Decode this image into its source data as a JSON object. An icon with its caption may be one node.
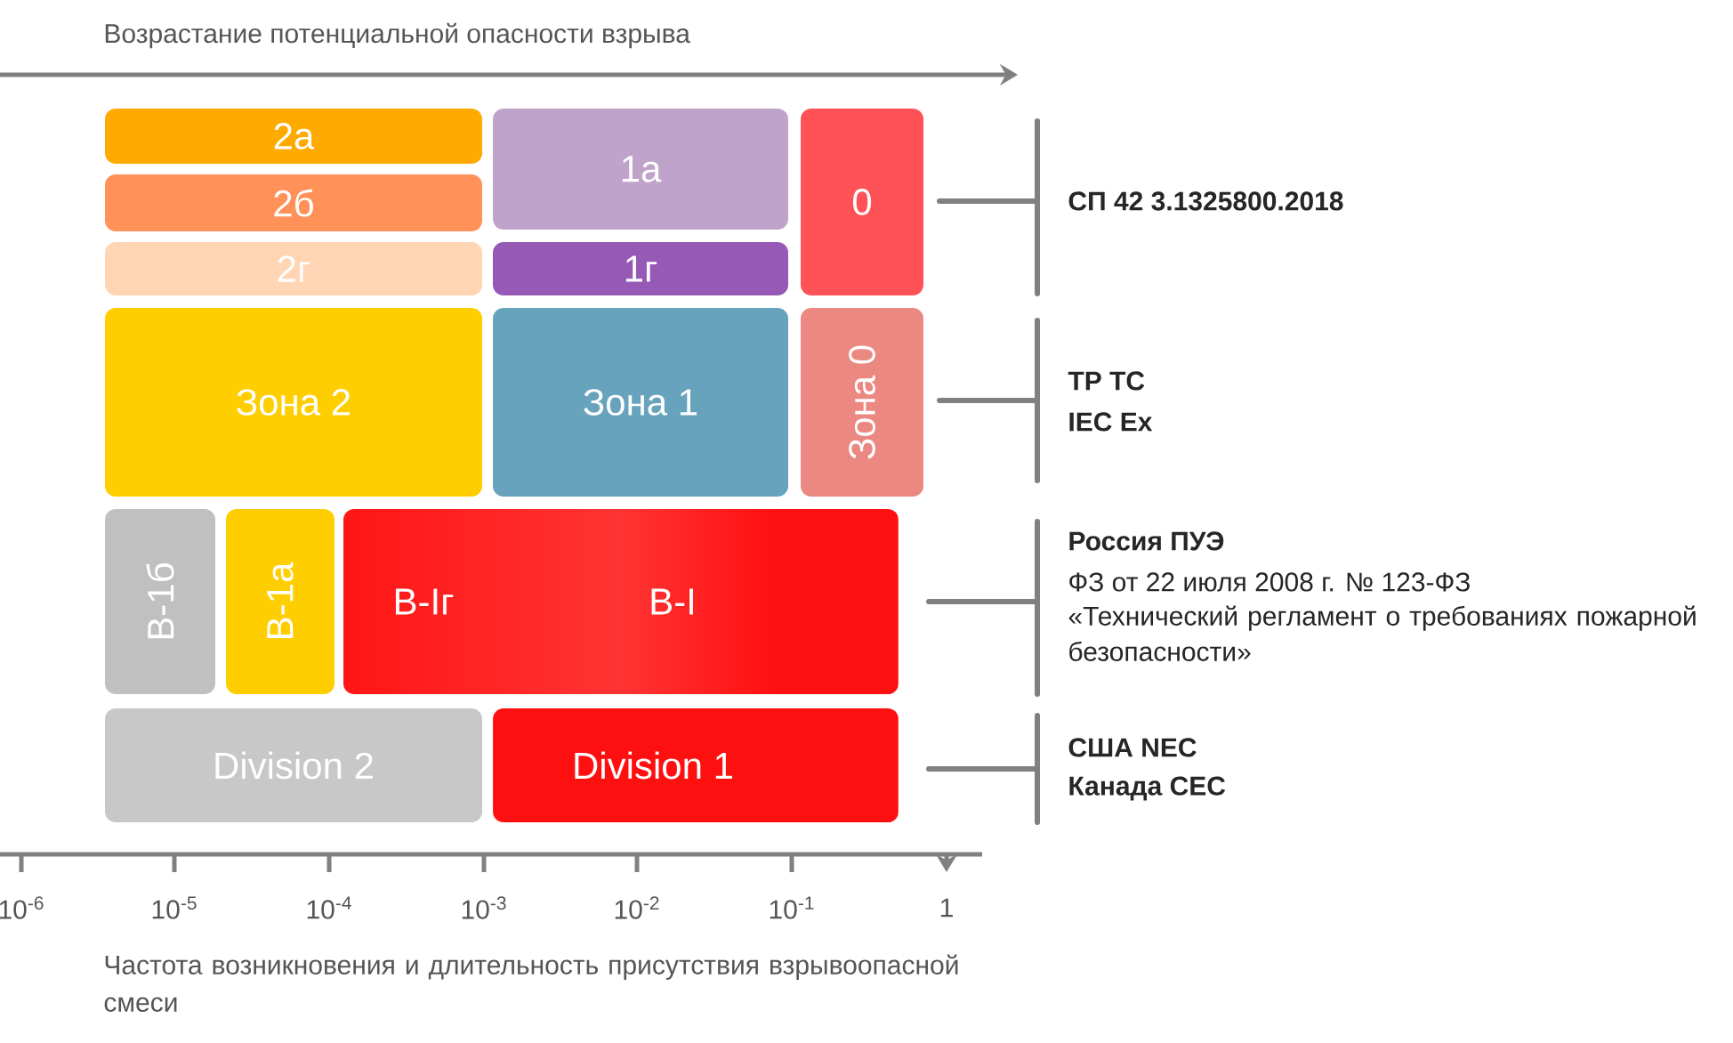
{
  "diagram": {
    "nodes": [
      {
        "text": [
          "2а"
        ]
      },
      {
        "text": [
          "2б"
        ]
      },
      {
        "text": [
          "2г"
        ]
      },
      {
        "text": [
          "1а"
        ]
      },
      {
        "text": [
          "1г"
        ]
      },
      {
        "text": [
          "0"
        ]
      },
      {
        "text": [
          "Зона 2"
        ]
      },
      {
        "text": [
          "Зона 1"
        ]
      },
      {
        "text": [
          "Зона 0"
        ]
      },
      {
        "text": [
          "В-1б"
        ]
      },
      {
        "text": [
          "В-1а"
        ]
      },
      {
        "text": [
          "В-Iг",
          "В-I"
        ]
      },
      {
        "text": [
          "Division 2"
        ]
      },
      {
        "text": [
          "Division 1"
        ]
      }
    ],
    "labels": [
      "Возрастание потенциальной опасности взрыва",
      "СП 42 3.1325800.2018",
      "ТР ТС",
      "IEC Ex",
      "Россия ПУЭ",
      "ФЗ от 22 июля 2008 г. № 123-ФЗ",
      "«Технический регламент о требованиях пожарной безопасности»",
      "США NEC",
      "Канада CEC",
      "10$^{-6}$",
      "10$^{-5}$",
      "10$^{-4}$",
      "10$^{-3}$",
      "10$^{-2}$",
      "10$^{-1}$",
      "1",
      "Частота возникновения и длительность присутствия взрывоопасной смеси"
    ]
  }
}
